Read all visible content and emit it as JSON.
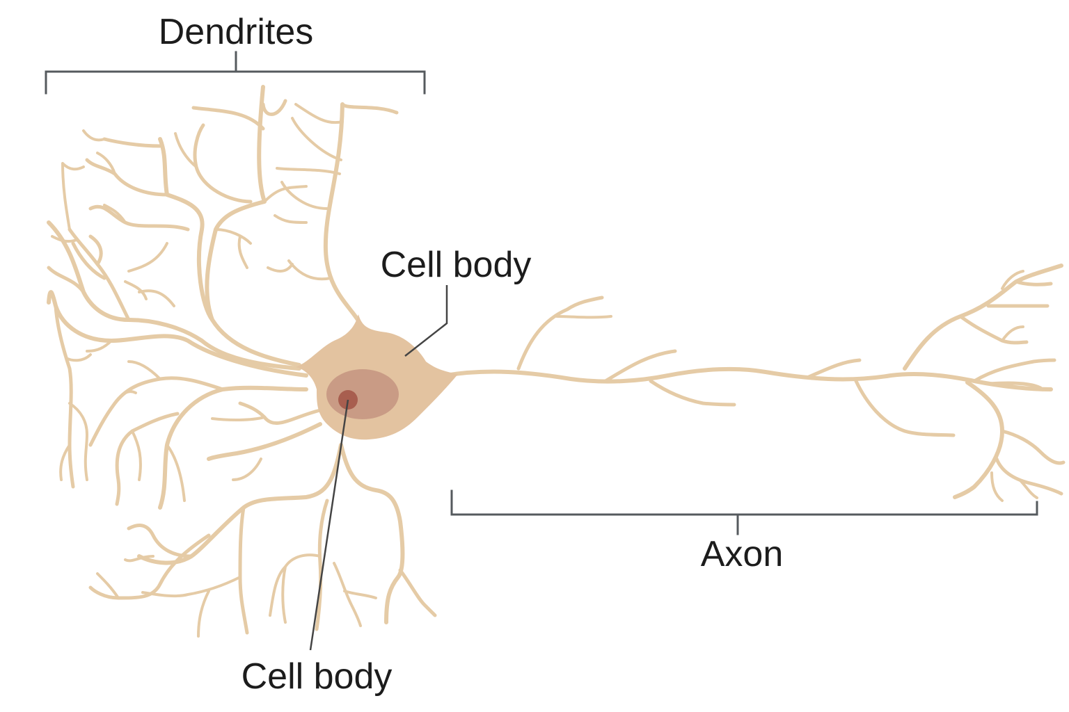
{
  "labels": {
    "dendrites": "Dendrites",
    "cell_body_upper": "Cell body",
    "cell_body_lower": "Cell body",
    "axon": "Axon"
  },
  "colors": {
    "neuron": "#e5cba6",
    "soma": "#e3c3a0",
    "nucleus": "#c99b85",
    "nucleolus": "#a85e4f",
    "bracket": "#555a5e",
    "text": "#1c1c1c"
  }
}
